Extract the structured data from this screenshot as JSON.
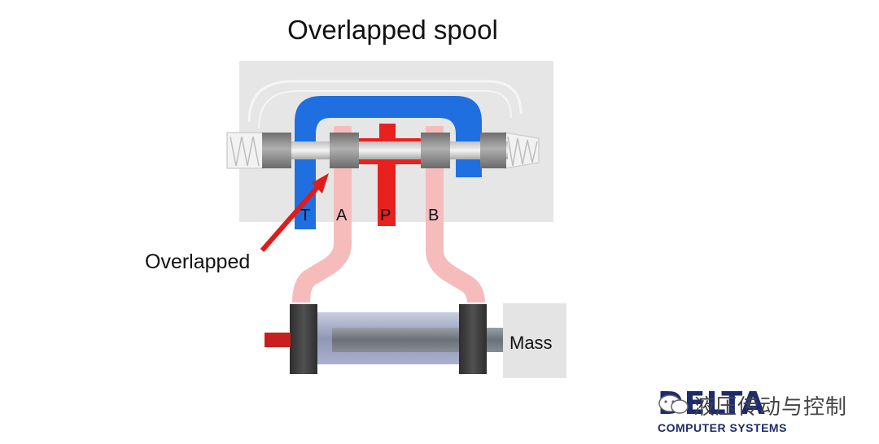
{
  "title": "Overlapped spool",
  "ports": {
    "t": "T",
    "a": "A",
    "p": "P",
    "b": "B"
  },
  "annotation": "Overlapped",
  "mass_label": "Mass",
  "logo": {
    "word": "DELTA",
    "subtitle": "COMPUTER SYSTEMS"
  },
  "watermark": "液压传动与控制",
  "colors": {
    "tank": "#1f6fe0",
    "pressure": "#e8211f",
    "line": "#f6bcbc",
    "body": "#e6e6e6",
    "land": "#8a8a8a",
    "cylinder": "#9aa3bf",
    "rod": "#7c8088",
    "endcap": "#3c3c3c",
    "mass": "#e4e4e4",
    "arrow": "#e01b1b"
  }
}
